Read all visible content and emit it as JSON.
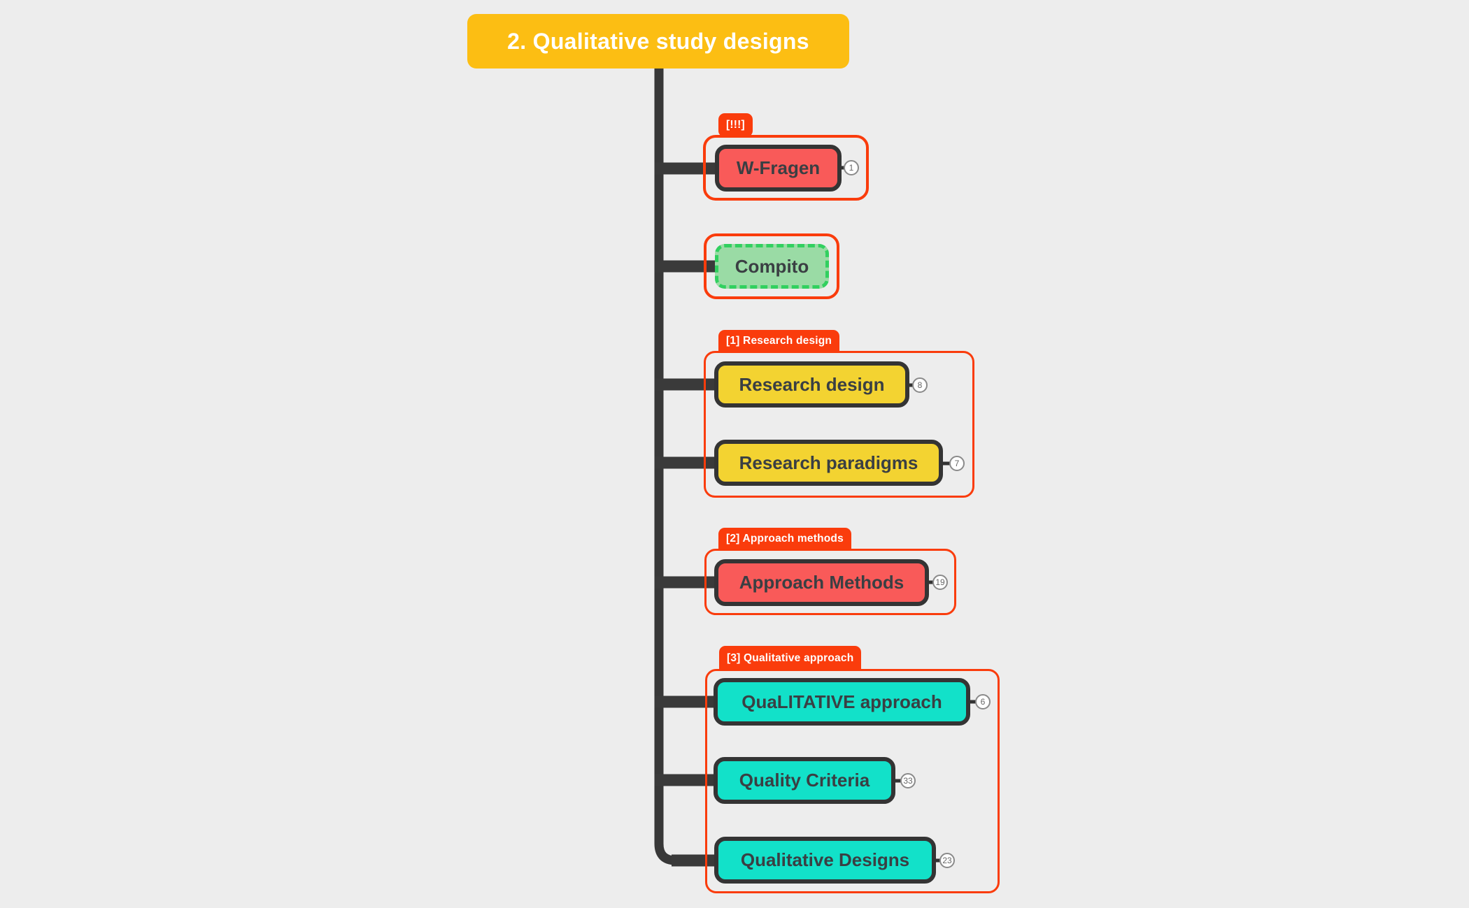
{
  "app": {
    "type": "mind-map",
    "background_color": "#EDEDED"
  },
  "root": {
    "label": "2. Qualitative study designs",
    "fill": "#FCBE13",
    "text_color": "#FFFFFF"
  },
  "colors": {
    "boundary_orange": "#FA3C0C",
    "branch_line": "#3A3A3A",
    "node_border": "#343434",
    "node_red": "#F95A59",
    "node_yellow": "#F3D331",
    "node_teal": "#12E1C9",
    "node_green_fill": "#9ADBA5",
    "node_green_border": "#31D05F",
    "badge_border": "#8A8A8A"
  },
  "nodes": [
    {
      "id": "w-fragen",
      "label": "W-Fragen",
      "badge": "1",
      "color": "#F95A59"
    },
    {
      "id": "compito",
      "label": "Compito",
      "badge": "",
      "color": "#9ADBA5"
    },
    {
      "id": "research-design",
      "label": "Research design",
      "badge": "8",
      "color": "#F3D331"
    },
    {
      "id": "research-paradigms",
      "label": "Research paradigms",
      "badge": "7",
      "color": "#F3D331"
    },
    {
      "id": "approach-methods",
      "label": "Approach Methods",
      "badge": "19",
      "color": "#F95A59"
    },
    {
      "id": "qualitative-approach",
      "label": "QuaLITATIVE approach",
      "badge": "6",
      "color": "#12E1C9"
    },
    {
      "id": "quality-criteria",
      "label": "Quality Criteria",
      "badge": "33",
      "color": "#12E1C9"
    },
    {
      "id": "qualitative-designs",
      "label": "Qualitative Designs",
      "badge": "23",
      "color": "#12E1C9"
    }
  ],
  "boundary_labels": [
    {
      "id": "w-fragen-boundary",
      "label": "[!!!]"
    },
    {
      "id": "group1",
      "label": "[1] Research design"
    },
    {
      "id": "group2",
      "label": "[2] Approach methods"
    },
    {
      "id": "group3",
      "label": "[3] Qualitative approach"
    }
  ]
}
